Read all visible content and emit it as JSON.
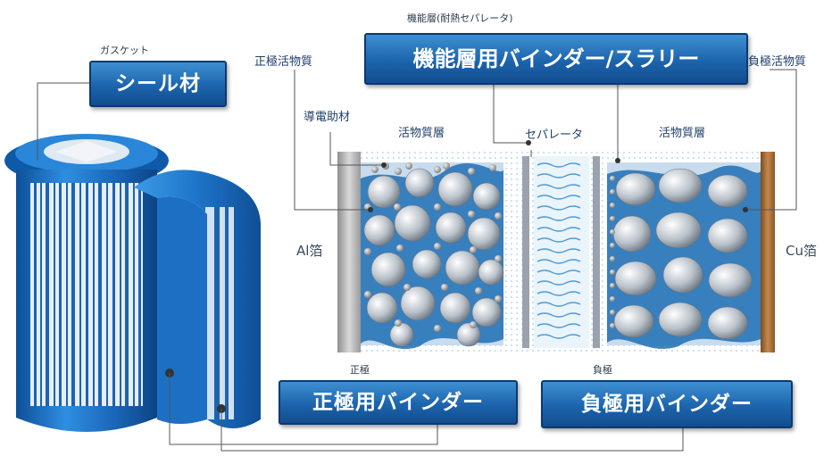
{
  "labels": {
    "gasket": "ガスケット",
    "functional_layer": "機能層(耐熱セパレータ)",
    "cathode_active": "正極活物質",
    "anode_active": "負極活物質",
    "conductive_aid": "導電助材",
    "active_layer_left": "活物質層",
    "separator": "セパレータ",
    "active_layer_right": "活物質層",
    "al_foil": "Al箔",
    "cu_foil": "Cu箔",
    "cathode": "正極",
    "anode": "負極"
  },
  "callouts": {
    "seal": "シール材",
    "functional_binder": "機能層用バインダー/スラリー",
    "cathode_binder": "正極用バインダー",
    "anode_binder": "負極用バインダー"
  },
  "colors": {
    "callout_fill": "#1c64ad",
    "battery_blue": "#1d6fc4",
    "binder_blue": "#1f6fb5",
    "al_foil": "#bdbdbd",
    "cu_foil": "#b07840"
  }
}
